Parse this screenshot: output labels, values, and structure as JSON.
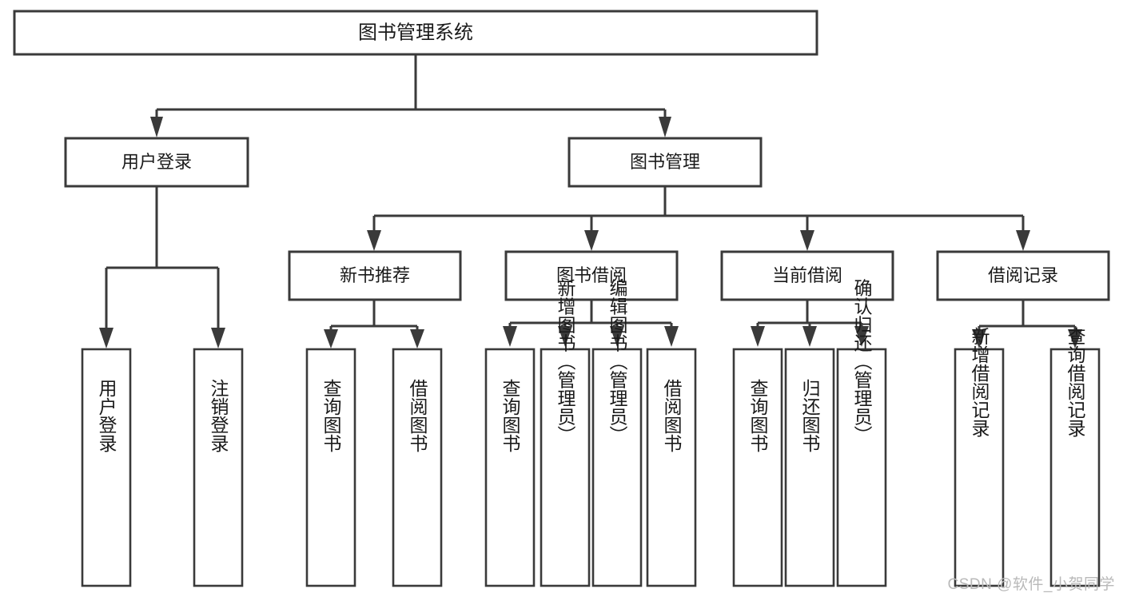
{
  "diagram": {
    "type": "tree-hierarchy-flowchart",
    "title": "图书管理系统",
    "watermark": "CSDN @软件_小贺同学",
    "colors": {
      "background": "#ffffff",
      "stroke": "#3a3a3a",
      "text": "#1a1a1a",
      "watermark": "#b9b9b9"
    },
    "root": {
      "label": "图书管理系统"
    },
    "level1": [
      {
        "label": "用户登录"
      },
      {
        "label": "图书管理"
      }
    ],
    "level2": [
      {
        "label": "新书推荐",
        "parent": "图书管理"
      },
      {
        "label": "图书借阅",
        "parent": "图书管理"
      },
      {
        "label": "当前借阅",
        "parent": "图书管理"
      },
      {
        "label": "借阅记录",
        "parent": "图书管理"
      }
    ],
    "leaves": {
      "user_login": [
        {
          "label": "用户登录"
        },
        {
          "label": "注销登录"
        }
      ],
      "new_book_recommend": [
        {
          "label": "查询图书"
        },
        {
          "label": "借阅图书"
        }
      ],
      "book_borrow": [
        {
          "label": "查询图书"
        },
        {
          "label": "新增图书（管理员）"
        },
        {
          "label": "编辑图书（管理员）"
        },
        {
          "label": "借阅图书"
        }
      ],
      "current_borrow": [
        {
          "label": "查询图书"
        },
        {
          "label": "归还图书"
        },
        {
          "label": "确认归还（管理员）"
        }
      ],
      "borrow_record": [
        {
          "label": "新增借阅记录"
        },
        {
          "label": "查询借阅记录"
        }
      ]
    }
  }
}
